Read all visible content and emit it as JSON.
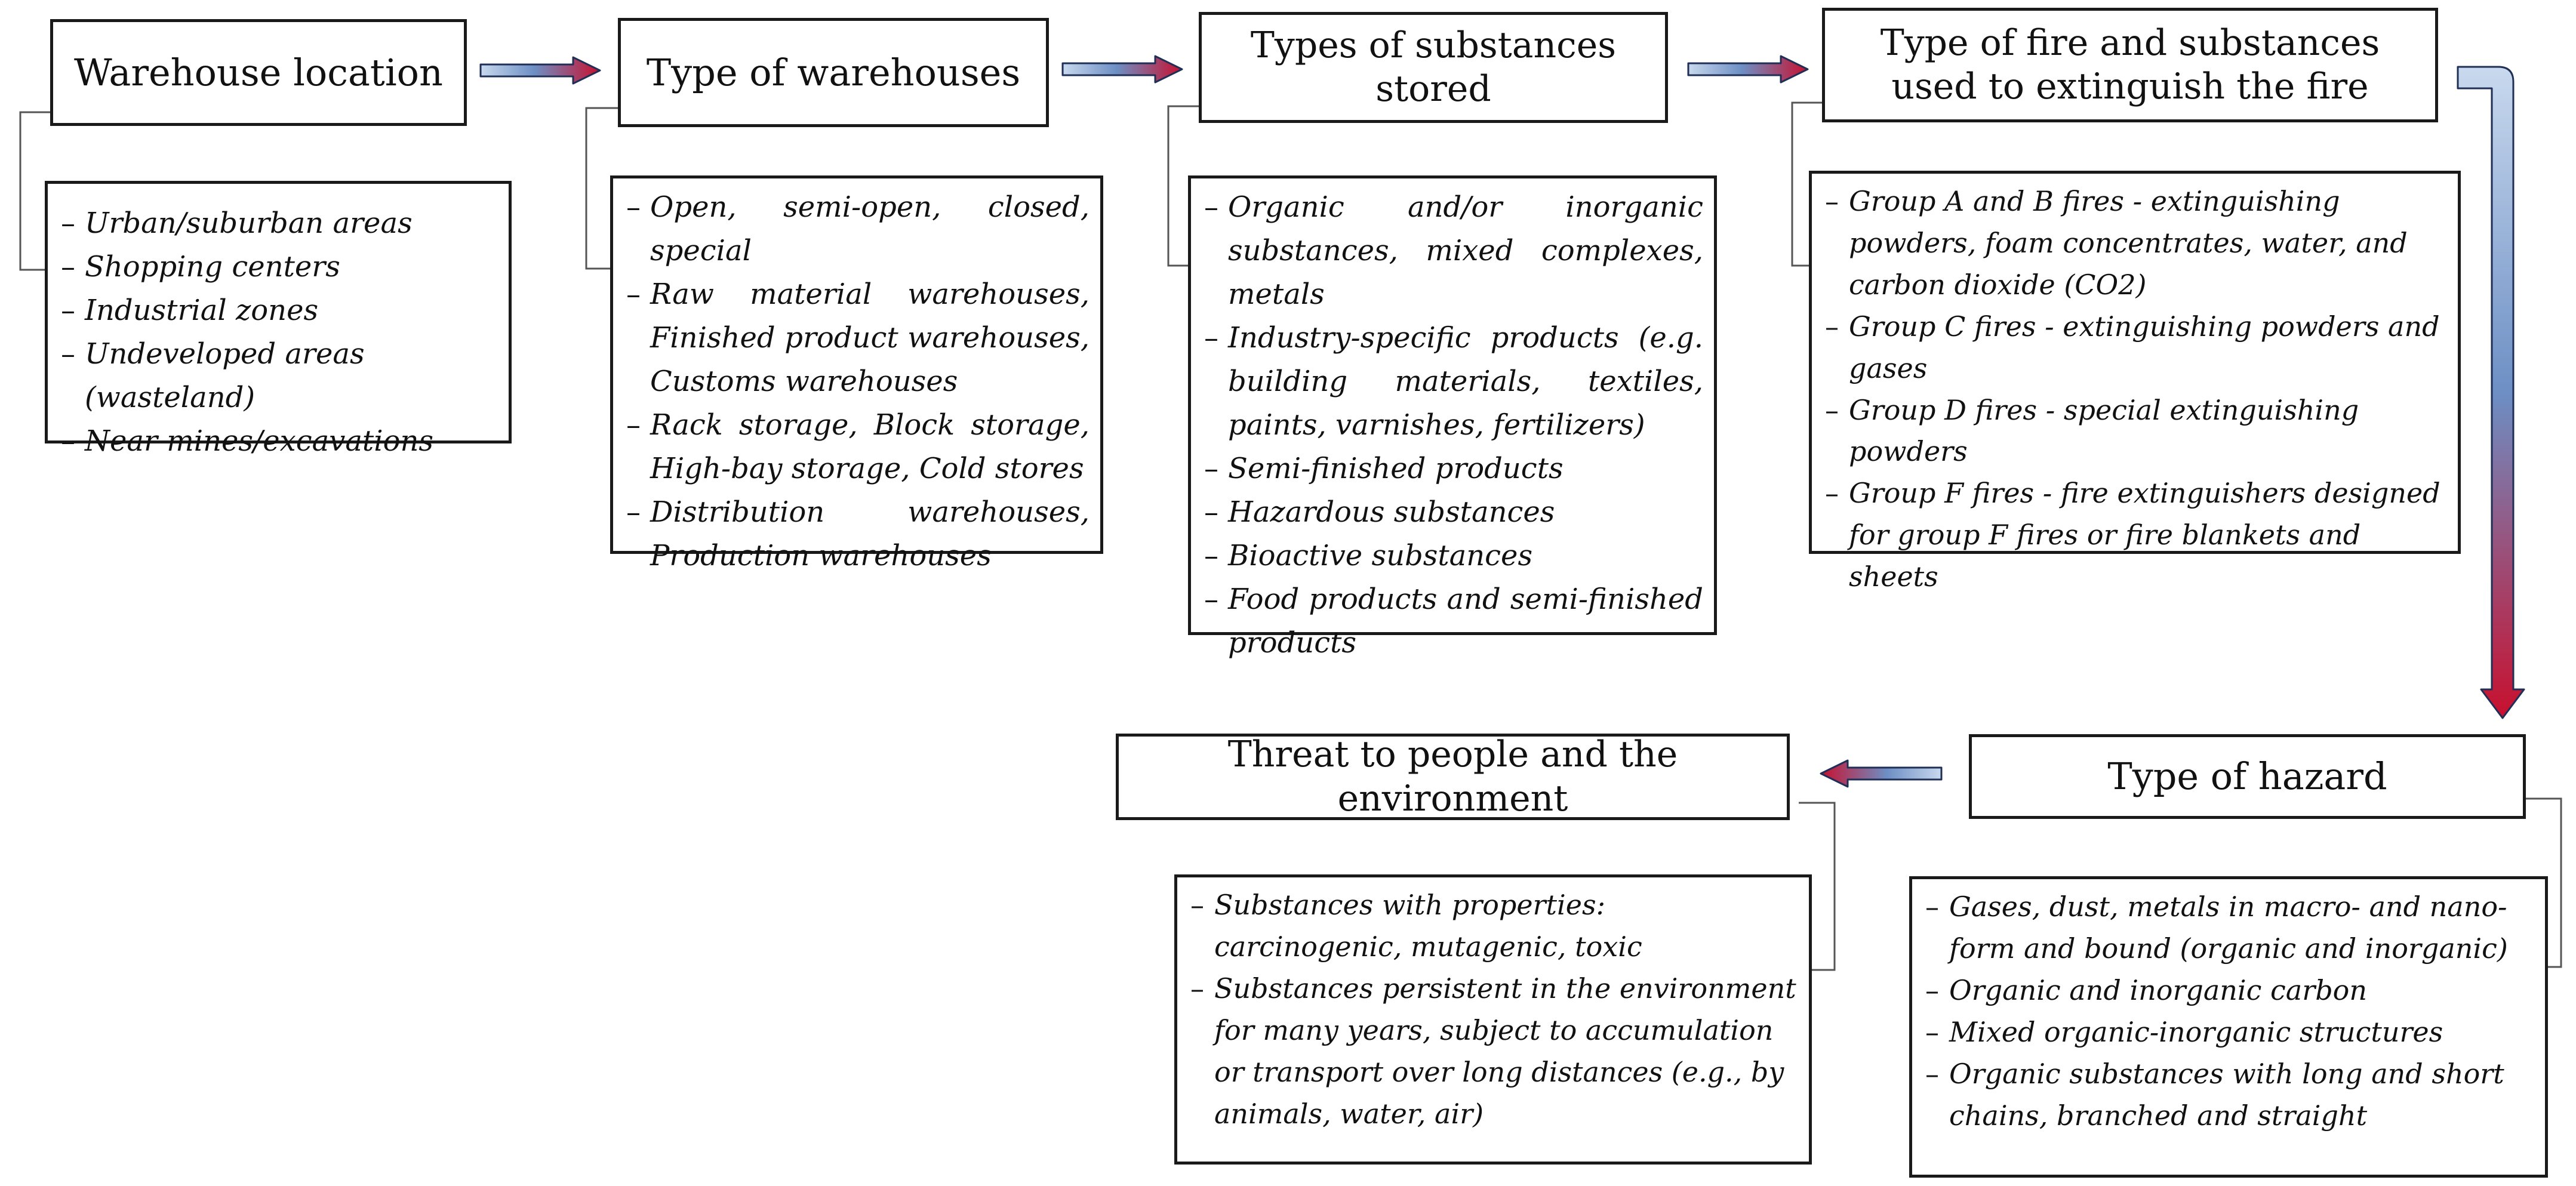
{
  "colors": {
    "arrow_light": "#c9d9ee",
    "arrow_mid": "#6d8fc4",
    "arrow_dark": "#c8102e",
    "border": "#1a1a1a",
    "connector": "#555555"
  },
  "stages": [
    {
      "id": "warehouse-location",
      "title": "Warehouse location",
      "items": [
        "Urban/suburban areas",
        "Shopping centers",
        "Industrial zones",
        "Undeveloped areas (wasteland)",
        "Near mines/excavations"
      ]
    },
    {
      "id": "type-of-warehouses",
      "title": "Type of warehouses",
      "items": [
        "Open, semi-open, closed, special",
        "Raw material warehouses, Finished product warehouses, Customs warehouses",
        "Rack storage, Block storage, High-bay storage, Cold stores",
        "Distribution warehouses, Production warehouses"
      ]
    },
    {
      "id": "types-of-substances-stored",
      "title": "Types of substances stored",
      "items": [
        "Organic and/or inorganic substances, mixed complexes, metals",
        "Industry-specific products (e.g. building materials, textiles, paints, varnishes, fertilizers)",
        "Semi-finished products",
        "Hazardous substances",
        "Bioactive substances",
        "Food products and semi-finished products"
      ]
    },
    {
      "id": "type-of-fire",
      "title": "Type of fire and substances used to extinguish the fire",
      "items": [
        "Group A and B fires - extinguishing powders, foam concentrates, water, and carbon dioxide (CO2)",
        "Group C fires - extinguishing powders and gases",
        "Group D fires - special extinguishing powders",
        "Group F fires - fire extinguishers designed for group F fires or fire blankets and sheets"
      ]
    },
    {
      "id": "type-of-hazard",
      "title": "Type of hazard",
      "items": [
        "Gases, dust, metals in macro- and nano-form and bound (organic and inorganic)",
        "Organic and inorganic carbon",
        "Mixed organic-inorganic structures",
        "Organic substances with long and short chains, branched and straight"
      ]
    },
    {
      "id": "threat",
      "title": "Threat to people and the environment",
      "items": [
        "Substances with properties: carcinogenic, mutagenic, toxic",
        "Substances persistent in the environment for many years, subject to accumulation or transport over long distances (e.g., by animals, water, air)"
      ]
    }
  ]
}
